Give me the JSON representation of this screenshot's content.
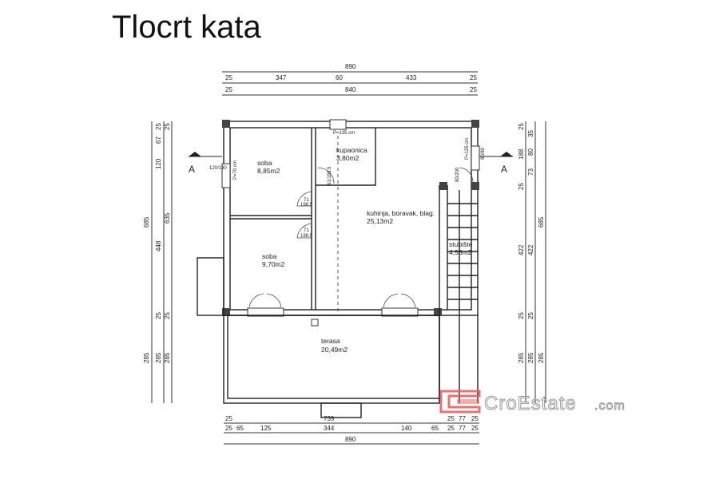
{
  "title": "Tlocrt kata",
  "rooms": [
    {
      "name": "soba",
      "area": "8,85m2"
    },
    {
      "name": "kupaonica",
      "area": "3,80m2"
    },
    {
      "name": "kuhinja, boravak, blag.",
      "area": "25,13m2"
    },
    {
      "name": "soba",
      "area": "9,70m2"
    },
    {
      "name": "stubište",
      "area": "4,53m2"
    },
    {
      "name": "terasa",
      "area": "20,49m2"
    }
  ],
  "dims_top": {
    "total": "890",
    "row2": [
      "25",
      "347",
      "60",
      "433",
      "25"
    ],
    "row3": [
      "25",
      "840",
      "25"
    ]
  },
  "dims_bottom": {
    "row1": [
      "25",
      "739",
      "25",
      "77",
      "25"
    ],
    "row2": [
      "25",
      "65",
      "125",
      "344",
      "140",
      "65",
      "25",
      "77",
      "25"
    ],
    "total": "890"
  },
  "dims_left": {
    "outer": [
      "685",
      "285"
    ],
    "mid": [
      "25",
      "67",
      "120",
      "448",
      "25",
      "285"
    ],
    "inner": [
      "25",
      "635",
      "25",
      "285"
    ]
  },
  "dims_right": {
    "inner": [
      "25",
      "188",
      "25",
      "422",
      "25",
      "285"
    ],
    "mid": [
      "35",
      "80",
      "73",
      "422",
      "25",
      "285"
    ],
    "outer": [
      "685",
      "285"
    ]
  },
  "annotations": {
    "window_top": "P=135 cm",
    "window_left": "P=70 cm",
    "window_left_dims": "120/130",
    "window_right": "P=125 cm",
    "window_right_dims": "80/80",
    "door_bath": "61/198.5",
    "door_stair": "80/200",
    "door1": "71",
    "door1b": "198.5",
    "door2": "71",
    "door2b": "198.5",
    "section_mark": "A"
  },
  "watermark": {
    "text": "CroEstate",
    "suffix": ".com",
    "color": "#e85a5a"
  }
}
